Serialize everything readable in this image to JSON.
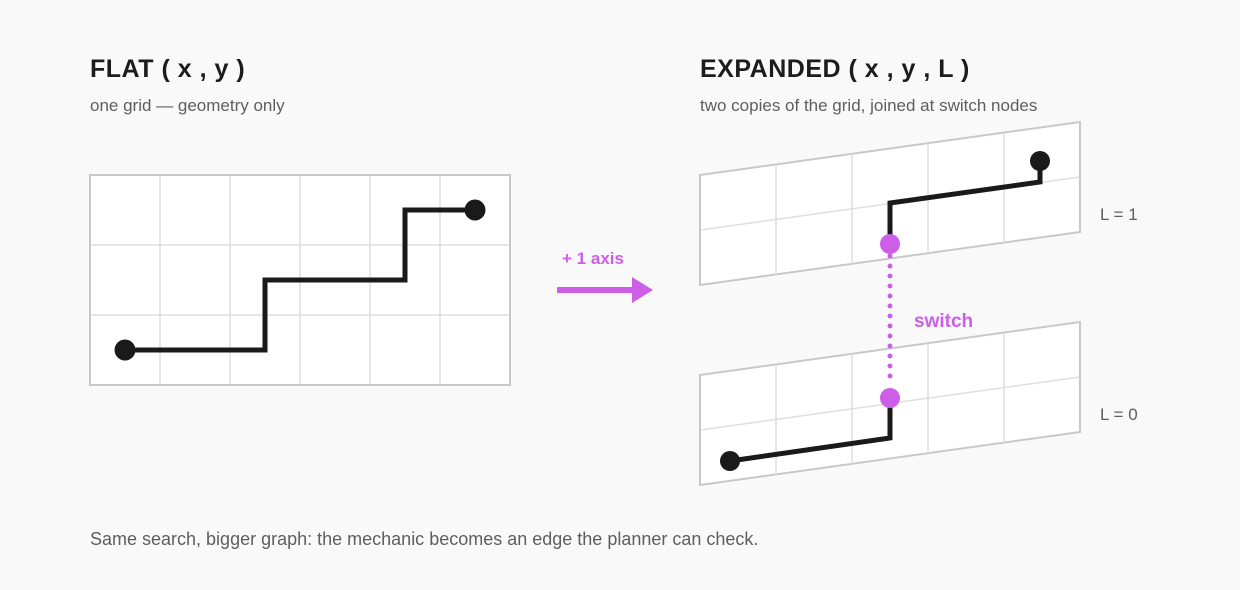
{
  "flat": {
    "title": "FLAT ( x , y )",
    "subtitle": "one grid — geometry only"
  },
  "expanded": {
    "title": "EXPANDED ( x , y , L )",
    "subtitle": "two copies of the grid, joined at switch nodes",
    "layer_top_label": "L = 1",
    "layer_bottom_label": "L = 0"
  },
  "transition": {
    "label": "+ 1 axis"
  },
  "switch_label": "switch",
  "caption": "Same search, bigger graph: the mechanic becomes an edge the planner can check.",
  "colors": {
    "accent": "#cd5ee8",
    "path": "#1a1a1a",
    "grid_line": "#dedede",
    "grid_border": "#c8c8c8",
    "muted_text": "#5e5e5e"
  }
}
